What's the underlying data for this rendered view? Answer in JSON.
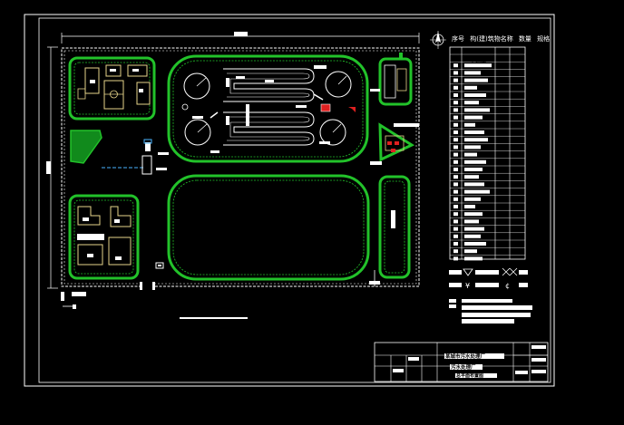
{
  "drawing": {
    "colors": {
      "background": "#000000",
      "line": "#ffffff",
      "zone_green": "#22c22a",
      "label_fill": "#ffffff",
      "equipment_red": "#e02020"
    },
    "legend_header": [
      "序号",
      "构(建)筑物名称",
      "数量",
      "规格"
    ],
    "legend_first_row": "中格栅",
    "title_block": {
      "line1": "某城市污水处理厂",
      "line2": "污水处理厂",
      "line3": "总平面布置图"
    },
    "symbols": [
      "north-arrow-icon",
      "valve-triangle-icon",
      "cross-valve-icon",
      "flow-arrow-icon",
      "diamond-icon"
    ]
  }
}
